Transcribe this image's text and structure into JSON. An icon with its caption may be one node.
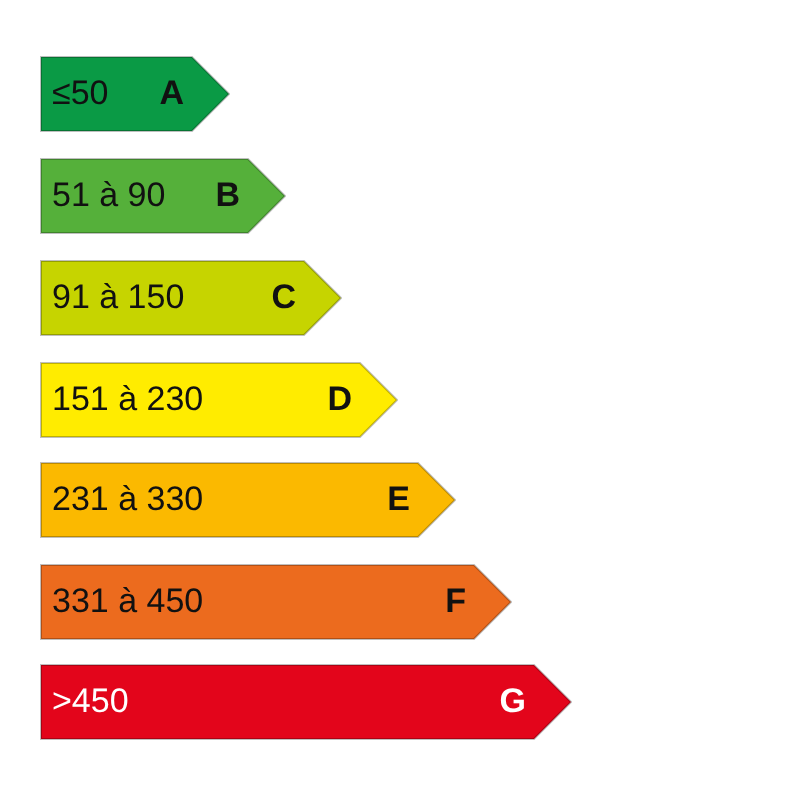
{
  "diagram": {
    "nodes": [
      {
        "text": [
          "≤50",
          "A"
        ]
      },
      {
        "text": [
          "51 à 90",
          "B"
        ]
      },
      {
        "text": [
          "91 à 150",
          "C"
        ]
      },
      {
        "text": [
          "151 à 230",
          "D"
        ]
      },
      {
        "text": [
          "231 à 330",
          "E"
        ]
      },
      {
        "text": [
          "331 à 450",
          "F"
        ]
      },
      {
        "text": [
          ">450",
          "G"
        ]
      }
    ]
  }
}
